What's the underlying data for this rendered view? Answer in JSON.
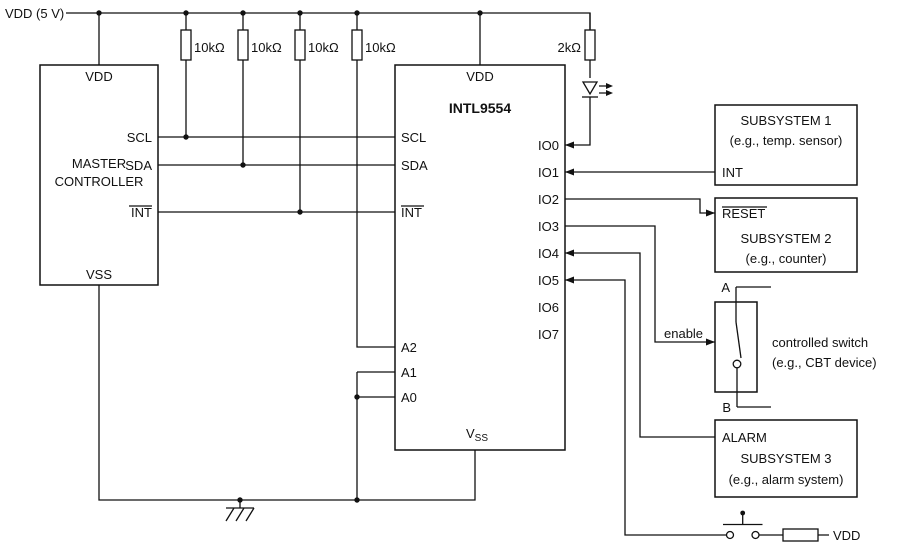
{
  "colors": {
    "ink": "#111111",
    "background": "#ffffff"
  },
  "power": {
    "rail_label": "VDD (5 V)",
    "pullup_target_label": "VDD"
  },
  "resistors": {
    "r1": "10kΩ",
    "r2": "10kΩ",
    "r3": "10kΩ",
    "r4": "10kΩ",
    "r_led": "2kΩ"
  },
  "master": {
    "title_line1": "MASTER",
    "title_line2": "CONTROLLER",
    "pin_vdd": "VDD",
    "pin_vss": "VSS",
    "pin_scl": "SCL",
    "pin_sda": "SDA",
    "pin_int": "INT"
  },
  "chip": {
    "name": "INTL9554",
    "pin_vdd": "VDD",
    "pin_vss_main": "V",
    "pin_vss_sub": "SS",
    "pin_scl": "SCL",
    "pin_sda": "SDA",
    "pin_int": "INT",
    "pin_a2": "A2",
    "pin_a1": "A1",
    "pin_a0": "A0",
    "io_pins": [
      "IO0",
      "IO1",
      "IO2",
      "IO3",
      "IO4",
      "IO5",
      "IO6",
      "IO7"
    ]
  },
  "subsystem1": {
    "title": "SUBSYSTEM 1",
    "subtitle": "(e.g., temp. sensor)",
    "pin_int": "INT"
  },
  "subsystem2": {
    "pin_reset": "RESET",
    "title": "SUBSYSTEM 2",
    "subtitle": "(e.g., counter)"
  },
  "controlled_switch": {
    "terminal_a": "A",
    "terminal_b": "B",
    "enable_label": "enable",
    "caption_line1": "controlled switch",
    "caption_line2": "(e.g., CBT device)"
  },
  "subsystem3": {
    "pin_alarm": "ALARM",
    "title": "SUBSYSTEM 3",
    "subtitle": "(e.g., alarm system)"
  }
}
